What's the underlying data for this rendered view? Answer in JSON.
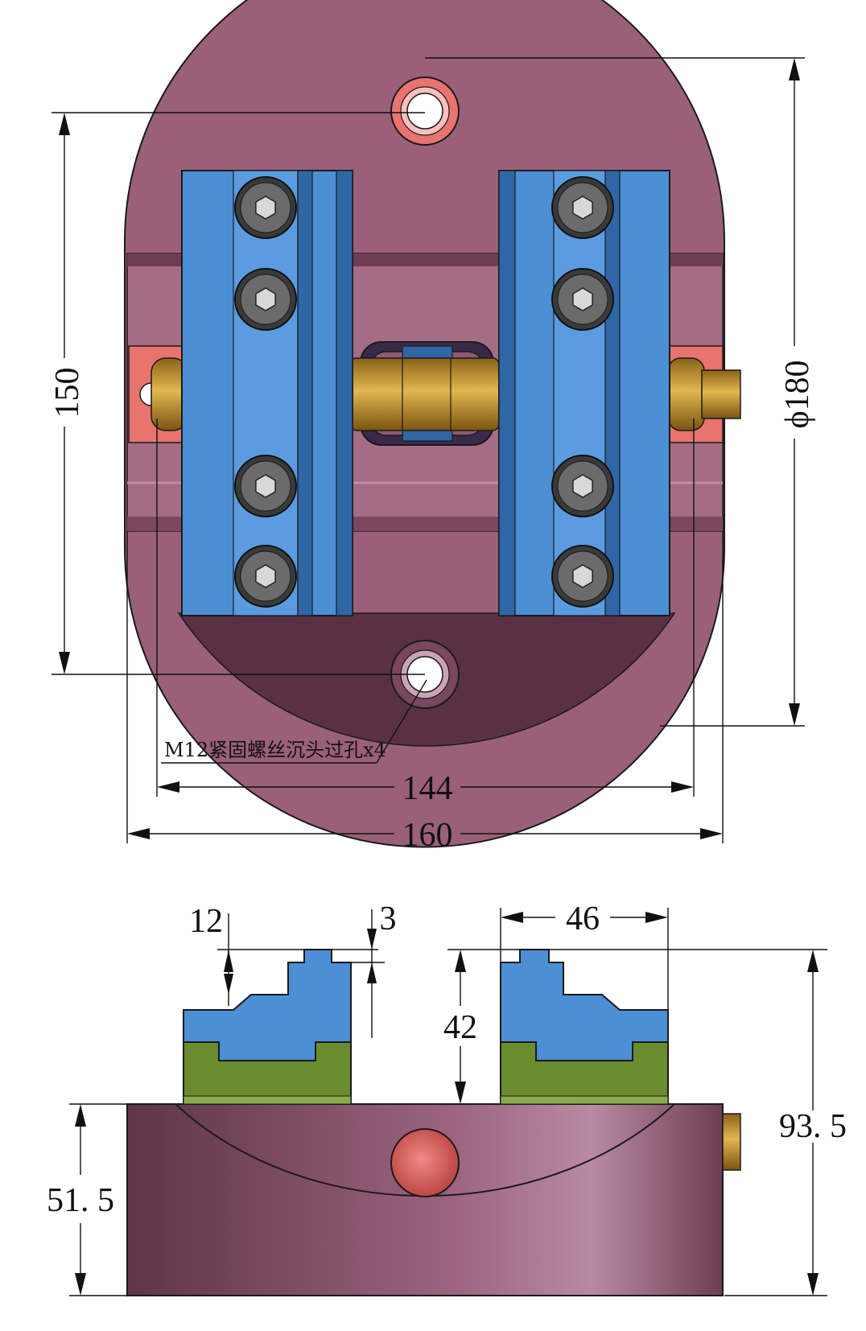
{
  "dimensions": {
    "dia_180": "ϕ180",
    "h_150": "150",
    "w_144": "144",
    "w_160": "160",
    "jaw_12": "12",
    "jaw_3": "3",
    "jaw_46": "46",
    "jaw_42": "42",
    "total_93_5": "93. 5",
    "base_51_5": "51. 5"
  },
  "note": "M12紧固螺丝沉头过孔x4",
  "colors": {
    "body": "#9a6079",
    "body_dark": "#5a3044",
    "jaw": "#4c8fd4",
    "jaw_dark": "#2f67a6",
    "brass": "#c0902e",
    "green": "#6a8c2e",
    "red_ring": "#e8736f",
    "bolt": "#6b6b6b"
  }
}
